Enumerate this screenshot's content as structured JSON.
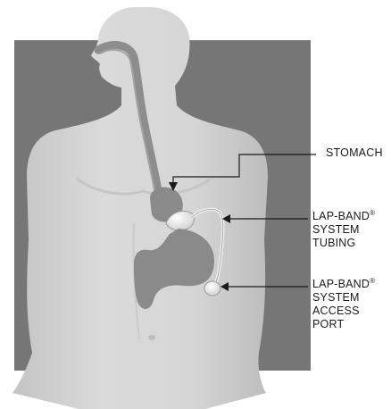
{
  "callouts": {
    "stomach": {
      "line1": "STOMACH"
    },
    "tubing": {
      "line1": "LAP-BAND",
      "mark": "®",
      "line2": "SYSTEM",
      "line3": "TUBING"
    },
    "port": {
      "line1": "LAP-BAND",
      "mark": "®",
      "line2": "SYSTEM",
      "line3": "ACCESS",
      "line4": "PORT"
    }
  },
  "colors": {
    "background_panel": "#767676",
    "body": "#d3d3d3",
    "organs": "#8a8a8a",
    "band": "#f2f2f2",
    "arrows": "#1a1a1a"
  }
}
